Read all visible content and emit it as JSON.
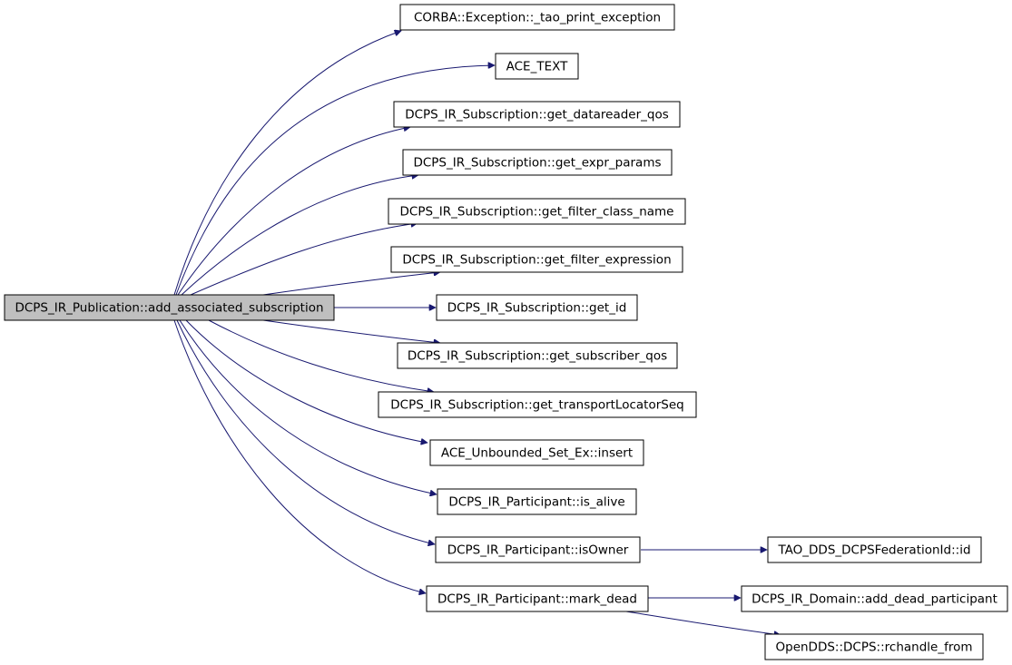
{
  "diagram": {
    "colors": {
      "edge": "#191970",
      "root_fill": "#bfbfbf",
      "node_fill": "#ffffff",
      "border": "#000000"
    },
    "nodes": [
      {
        "id": "root",
        "label": "DCPS_IR_Publication::add_associated_subscription"
      },
      {
        "id": "n1",
        "label": "CORBA::Exception::_tao_print_exception"
      },
      {
        "id": "n2",
        "label": "ACE_TEXT"
      },
      {
        "id": "n3",
        "label": "DCPS_IR_Subscription::get_datareader_qos"
      },
      {
        "id": "n4",
        "label": "DCPS_IR_Subscription::get_expr_params"
      },
      {
        "id": "n5",
        "label": "DCPS_IR_Subscription::get_filter_class_name"
      },
      {
        "id": "n6",
        "label": "DCPS_IR_Subscription::get_filter_expression"
      },
      {
        "id": "n7",
        "label": "DCPS_IR_Subscription::get_id"
      },
      {
        "id": "n8",
        "label": "DCPS_IR_Subscription::get_subscriber_qos"
      },
      {
        "id": "n9",
        "label": "DCPS_IR_Subscription::get_transportLocatorSeq"
      },
      {
        "id": "n10",
        "label": "ACE_Unbounded_Set_Ex::insert"
      },
      {
        "id": "n11",
        "label": "DCPS_IR_Participant::is_alive"
      },
      {
        "id": "n12",
        "label": "DCPS_IR_Participant::isOwner"
      },
      {
        "id": "n13",
        "label": "DCPS_IR_Participant::mark_dead"
      },
      {
        "id": "n14",
        "label": "TAO_DDS_DCPSFederationId::id"
      },
      {
        "id": "n15",
        "label": "DCPS_IR_Domain::add_dead_participant"
      },
      {
        "id": "n16",
        "label": "OpenDDS::DCPS::rchandle_from"
      }
    ],
    "edges": [
      {
        "from": "root",
        "to": "n1"
      },
      {
        "from": "root",
        "to": "n2"
      },
      {
        "from": "root",
        "to": "n3"
      },
      {
        "from": "root",
        "to": "n4"
      },
      {
        "from": "root",
        "to": "n5"
      },
      {
        "from": "root",
        "to": "n6"
      },
      {
        "from": "root",
        "to": "n7"
      },
      {
        "from": "root",
        "to": "n8"
      },
      {
        "from": "root",
        "to": "n9"
      },
      {
        "from": "root",
        "to": "n10"
      },
      {
        "from": "root",
        "to": "n11"
      },
      {
        "from": "root",
        "to": "n12"
      },
      {
        "from": "root",
        "to": "n13"
      },
      {
        "from": "n12",
        "to": "n14"
      },
      {
        "from": "n13",
        "to": "n15"
      },
      {
        "from": "n13",
        "to": "n16"
      }
    ]
  }
}
